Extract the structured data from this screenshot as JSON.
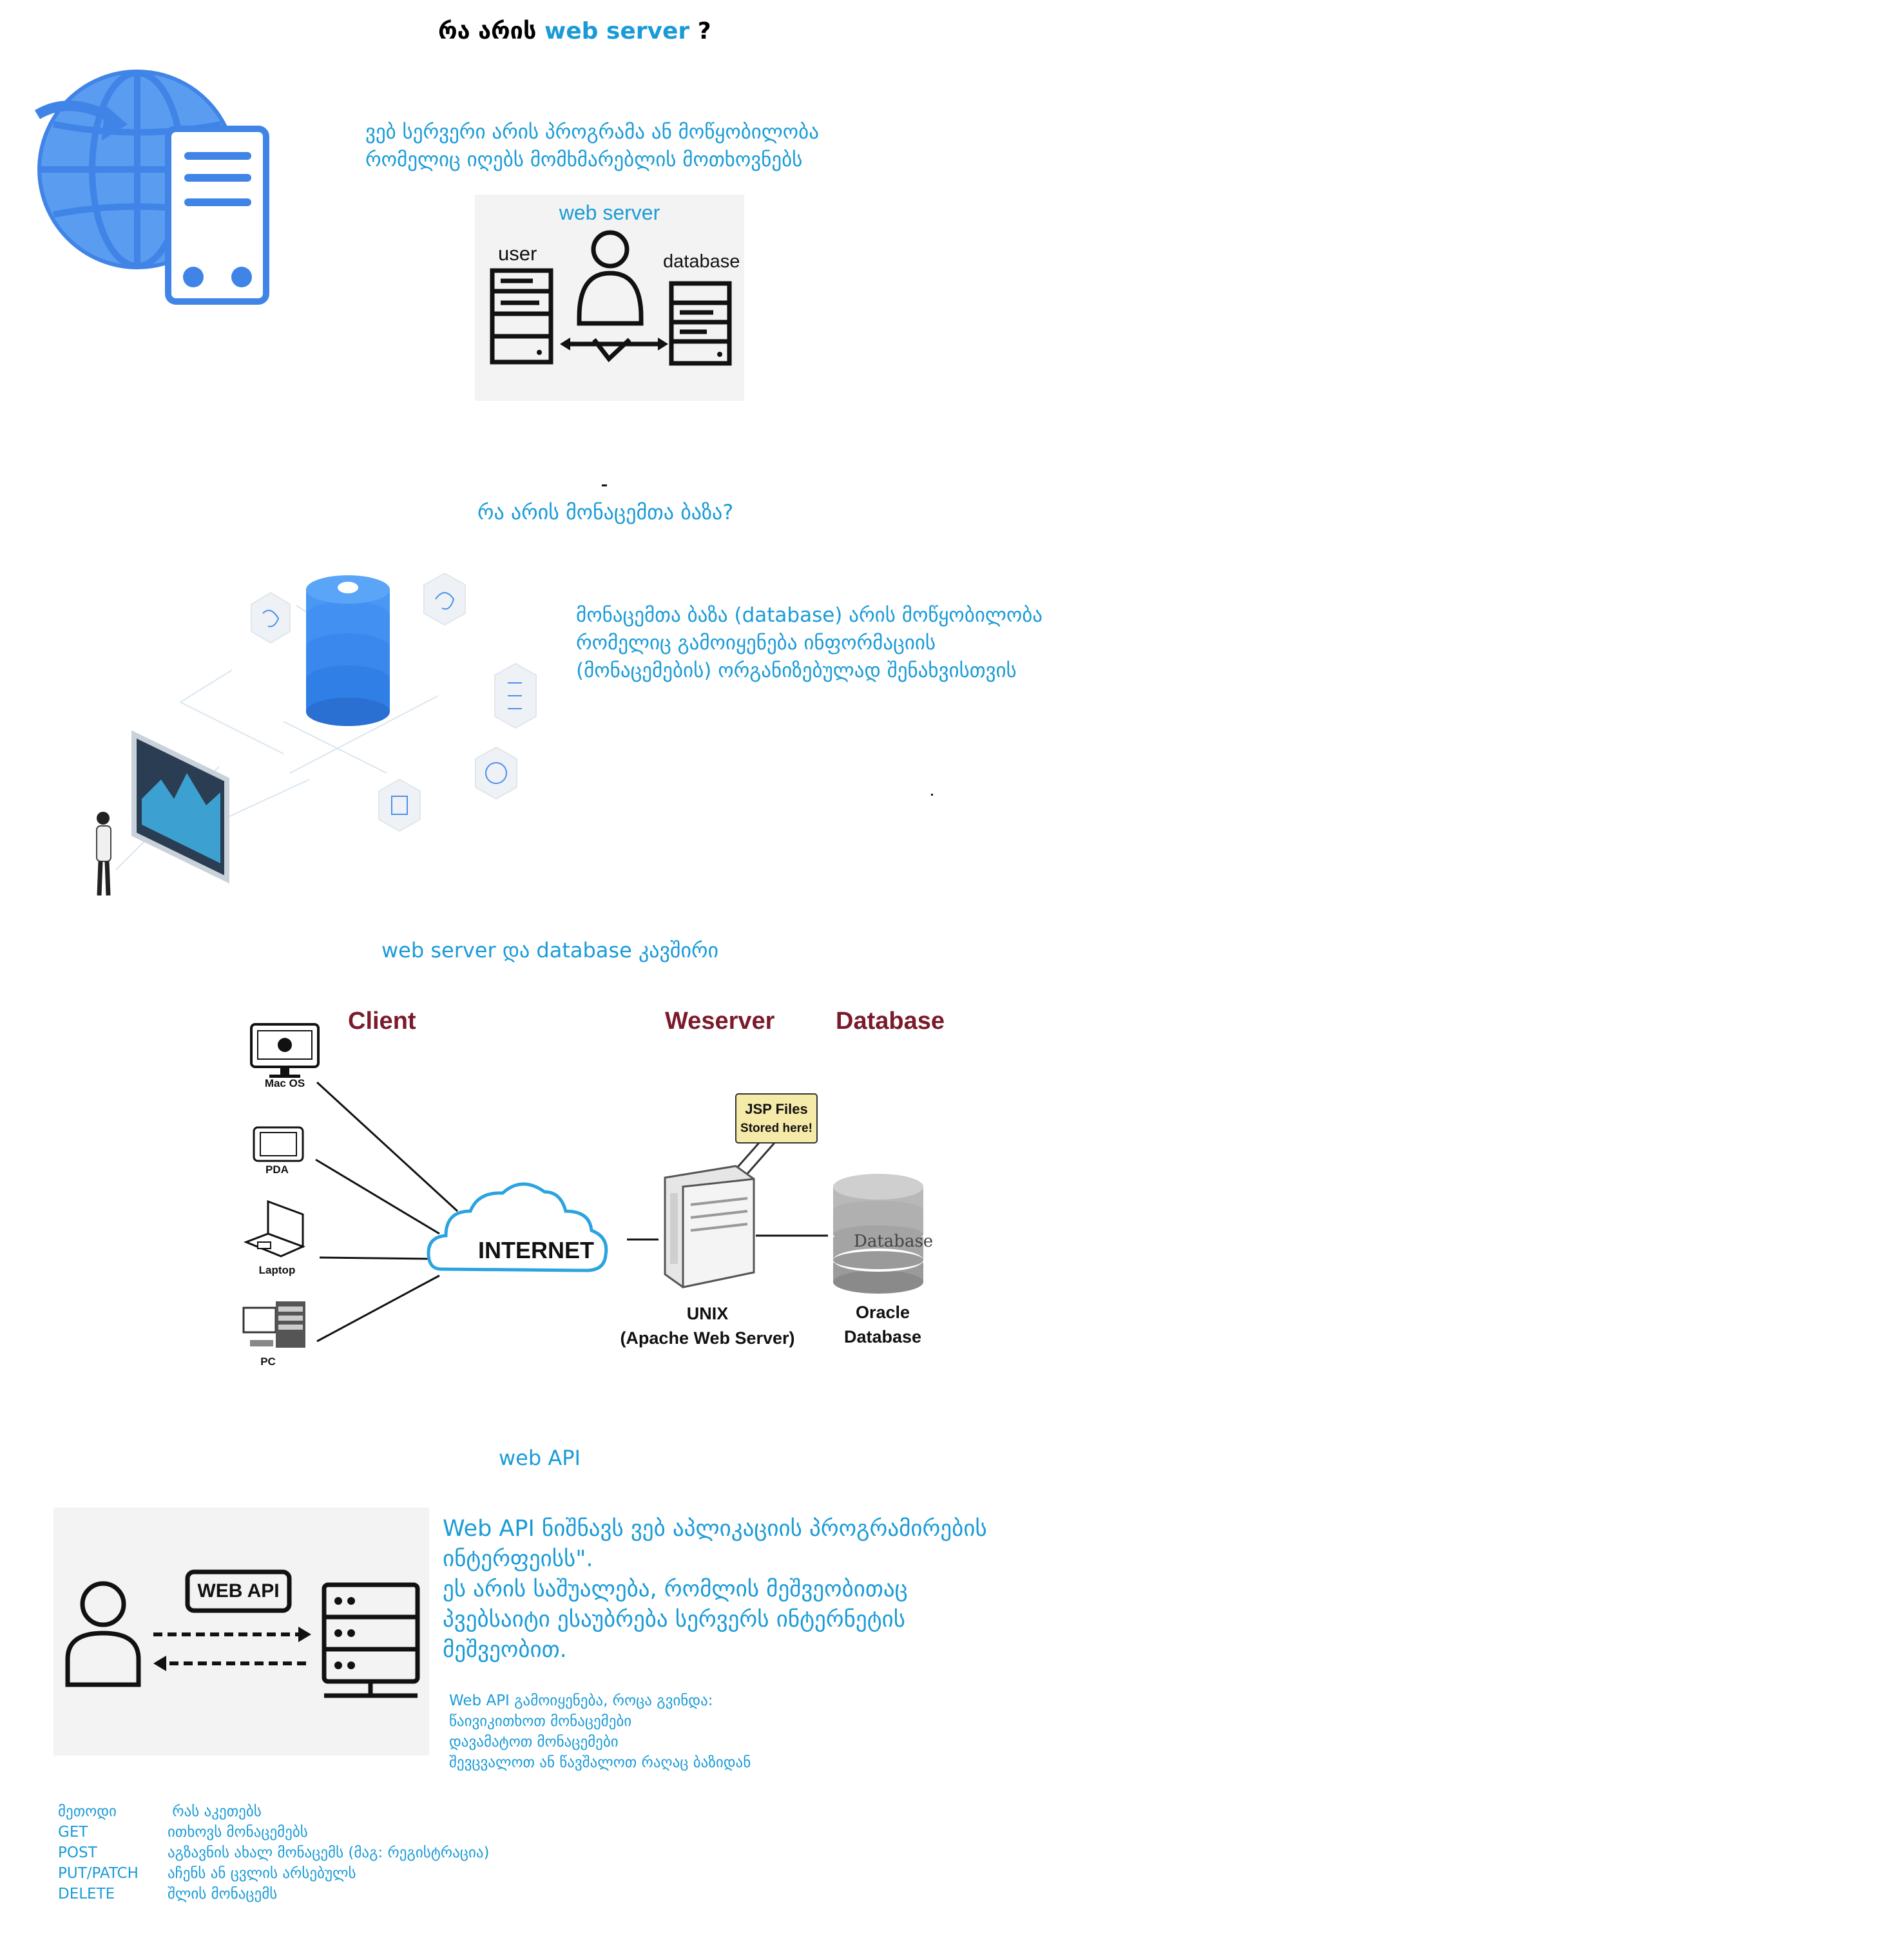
{
  "section1": {
    "title_prefix": "რა არის ",
    "title_accent": "web server",
    "title_suffix": " ?",
    "description_line1": "ვებ სერვერი არის პროგრამა ან მოწყობილობა",
    "description_line2": "რომელიც იღებს მომხმარებლის მოთხოვნებს",
    "diagram": {
      "title": "web server",
      "user_label": "user",
      "database_label": "database"
    }
  },
  "section2": {
    "title": "რა არის მონაცემთა ბაზა?",
    "description_line1": "მონაცემთა ბაზა (database) არის მოწყობილობა",
    "description_line2": "რომელიც გამოიყენება ინფორმაციის",
    "description_line3": "(მონაცემების) ორგანიზებულად შენახვისთვის"
  },
  "section3": {
    "title": "web server და database კავშირი",
    "headers": {
      "client": "Client",
      "webserver": "Weserver",
      "database": "Database"
    },
    "devices": [
      "Mac OS",
      "PDA",
      "Laptop",
      "PC"
    ],
    "internet_label": "INTERNET",
    "note_line1": "JSP Files",
    "note_line2": "Stored here!",
    "server_line1": "UNIX",
    "server_line2": "(Apache Web Server)",
    "db_cylinder_label": "Database",
    "db_line1": "Oracle",
    "db_line2": "Database"
  },
  "section4": {
    "title": "web API",
    "badge": "WEB API",
    "description": [
      "Web API ნიშნავს ვებ აპლიკაციის პროგრამირების",
      "ინტერფეისს\".",
      "ეს არის საშუალება, რომლის მეშვეობითაც",
      "პვებსაიტი ესაუბრება სერვერს ინტერნეტის",
      "მეშვეობით."
    ],
    "uses": [
      "Web API გამოიყენება, როცა გვინდა:",
      "წაივიკითხოთ მონაცემები",
      "დავამატოთ მონაცემები",
      "შევცვალოთ ან წავშალოთ რაღაც ბაზიდან"
    ]
  },
  "methods": {
    "header": {
      "method": "მეთოდი",
      "action": " რას აკეთებს"
    },
    "rows": [
      {
        "method": "GET",
        "action": "ითხოვს მონაცემებს"
      },
      {
        "method": "POST",
        "action": "აგზავნის ახალ მონაცემს (მაგ: რეგისტრაცია)"
      },
      {
        "method": "PUT/PATCH",
        "action": "აჩენს ან ცვლის არსებულს"
      },
      {
        "method": "DELETE",
        "action": "შლის მონაცემს"
      }
    ]
  },
  "colors": {
    "accent": "#1a9bd7",
    "icon_blue": "#4a90e8",
    "heading_maroon": "#7a1a2a"
  }
}
